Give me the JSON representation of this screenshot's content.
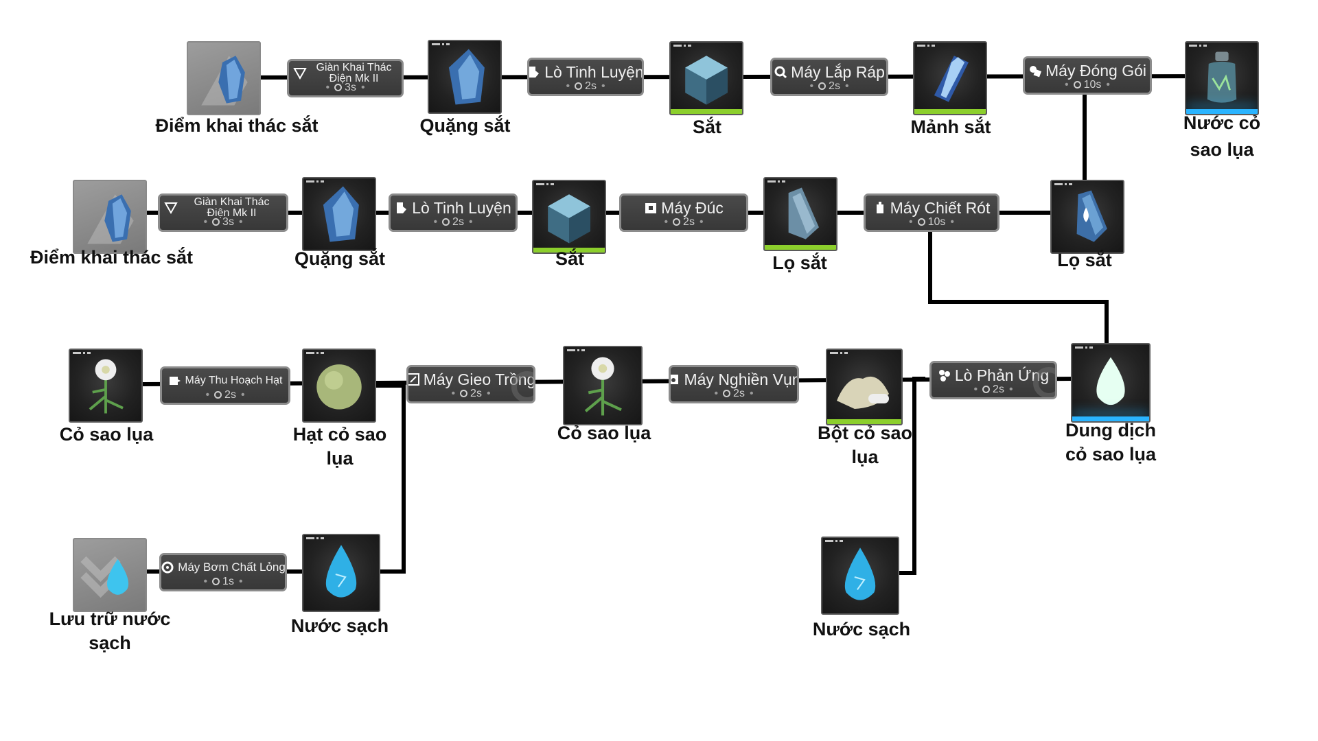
{
  "items": {
    "iron_mine_1": "Điểm khai thác sắt",
    "iron_ore_1": "Quặng sắt",
    "iron_1": "Sắt",
    "iron_part": "Mảnh sắt",
    "silk_water": "Nước cỏ sao lụa",
    "iron_mine_2": "Điểm khai thác sắt",
    "iron_ore_2": "Quặng sắt",
    "iron_2": "Sắt",
    "iron_bottle_1": "Lọ sắt",
    "iron_bottle_2": "Lọ sắt",
    "silk_grass_1": "Cỏ sao lụa",
    "silk_seed": "Hạt cỏ sao lụa",
    "silk_grass_2": "Cỏ sao lụa",
    "silk_powder": "Bột cỏ sao lụa",
    "silk_solution": "Dung dịch cỏ sao lụa",
    "water_storage": "Lưu trữ nước sạch",
    "clean_water_1": "Nước sạch",
    "clean_water_2": "Nước sạch"
  },
  "machines": {
    "drill_1": {
      "name": "Giàn Khai Thác Điện Mk II",
      "time": "3s"
    },
    "refinery_1": {
      "name": "Lò Tinh Luyện",
      "time": "2s"
    },
    "assembler": {
      "name": "Máy Lắp Ráp",
      "time": "2s"
    },
    "packer": {
      "name": "Máy Đóng Gói",
      "time": "10s"
    },
    "drill_2": {
      "name": "Giàn Khai Thác Điện Mk II",
      "time": "3s"
    },
    "refinery_2": {
      "name": "Lò Tinh Luyện",
      "time": "2s"
    },
    "caster": {
      "name": "Máy Đúc",
      "time": "2s"
    },
    "filler": {
      "name": "Máy Chiết Rót",
      "time": "10s"
    },
    "harvester": {
      "name": "Máy Thu Hoạch Hạt",
      "time": "2s"
    },
    "planter": {
      "name": "Máy Gieo Trồng",
      "time": "2s"
    },
    "grinder": {
      "name": "Máy Nghiền Vụn",
      "time": "2s"
    },
    "reactor": {
      "name": "Lò Phản Ứng",
      "time": "2s"
    },
    "pump": {
      "name": "Máy Bơm Chất Lỏng",
      "time": "1s"
    }
  },
  "colors": {
    "wire": "#000000",
    "tier_green": "#8ccf2c",
    "tier_blue": "#2ab4ff",
    "machine_bg": "#3e3e3e",
    "machine_border": "#8c8c8c"
  }
}
